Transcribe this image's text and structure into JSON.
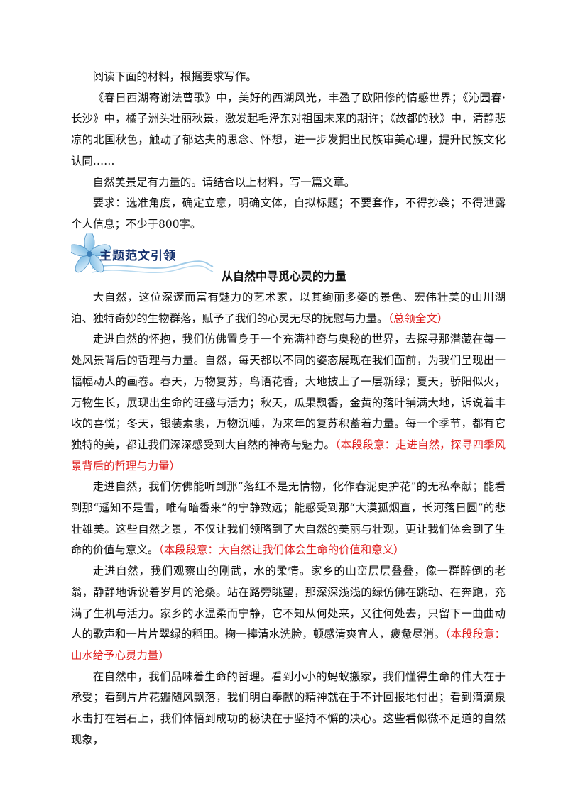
{
  "material": {
    "p1": "阅读下面的材料，根据要求写作。",
    "p2": "《春日西湖寄谢法曹歌》中，美好的西湖风光，丰盈了欧阳修的情感世界；《沁园春·长沙》中，橘子洲头壮丽秋景，激发起毛泽东对祖国未来的期许；《故都的秋》中，清静悲凉的北国秋色，触动了郁达夫的思念、怀想，进一步发掘出民族审美心理，提升民族文化认同……",
    "p3": "自然美景是有力量的。请结合以上材料，写一篇文章。",
    "p4": "要求：选准角度，确定立意，明确文体，自拟标题；不要套作，不得抄袭；不得泄露个人信息；不少于800字。"
  },
  "section_logo": {
    "label": "主题范文引领",
    "icon": "flower-icon"
  },
  "essay": {
    "title": "从自然中寻觅心灵的力量",
    "paragraphs": [
      {
        "text": "大自然，这位深邃而富有魅力的艺术家，以其绚丽多姿的景色、宏伟壮美的山川湖泊、独特奇妙的生物群落，赋予了我们的心灵无尽的抚慰与力量。",
        "note": "（总领全文）"
      },
      {
        "text": "走进自然的怀抱，我们仿佛置身于一个充满神奇与奥秘的世界，去探寻那潜藏在每一处风景背后的哲理与力量。自然，每天都以不同的姿态展现在我们面前，为我们呈现出一幅幅动人的画卷。春天，万物复苏，鸟语花香，大地披上了一层新绿；夏天，骄阳似火，万物生长，展现出生命的旺盛与活力；秋天，瓜果飘香，金黄的落叶铺满大地，诉说着丰收的喜悦；冬天，银装素裹，万物沉睡，为来年的复苏积蓄着力量。每一个季节，都有它独特的美，都让我们深深感受到大自然的神奇与魅力。",
        "note": "（本段段意：走进自然，探寻四季风景背后的哲理与力量）"
      },
      {
        "text": "走进自然，我们仿佛能听到那“落红不是无情物，化作春泥更护花”的无私奉献；能看到那“遥知不是雪，唯有暗香来”的宁静致远；能感受到那“大漠孤烟直，长河落日圆”的悲壮雄美。这些自然之景，不仅让我们领略到了大自然的美丽与壮观，更让我们体会到了生命的价值与意义。",
        "note": "（本段段意：大自然让我们体会生命的价值和意义）"
      },
      {
        "text": "走进自然，我们观察山的刚武，水的柔情。家乡的山峦层层叠叠，像一群醉倒的老翁，静静地诉说着岁月的沧桑。站在路旁眺望，那深深浅浅的绿仿佛在跳动、在奔跑，充满了生机与活力。家乡的水温柔而宁静，它不知从何处来，又往何处去，只留下一曲曲动人的歌声和一片片翠绿的稻田。掬一捧清水洗脸，顿感清爽宜人，疲惫尽消。",
        "note": "（本段段意：山水给予心灵力量）"
      },
      {
        "text": "在自然中，我们品味着生命的哲理。看到小小的蚂蚁搬家，我们懂得生命的伟大在于承受；看到片片花瓣随风飘落，我们明白奉献的精神就在于不计回报地付出；看到滴滴泉水击打在岩石上，我们体悟到成功的秘诀在于坚持不懈的决心。这些看似微不足道的自然现象，",
        "note": ""
      }
    ]
  }
}
